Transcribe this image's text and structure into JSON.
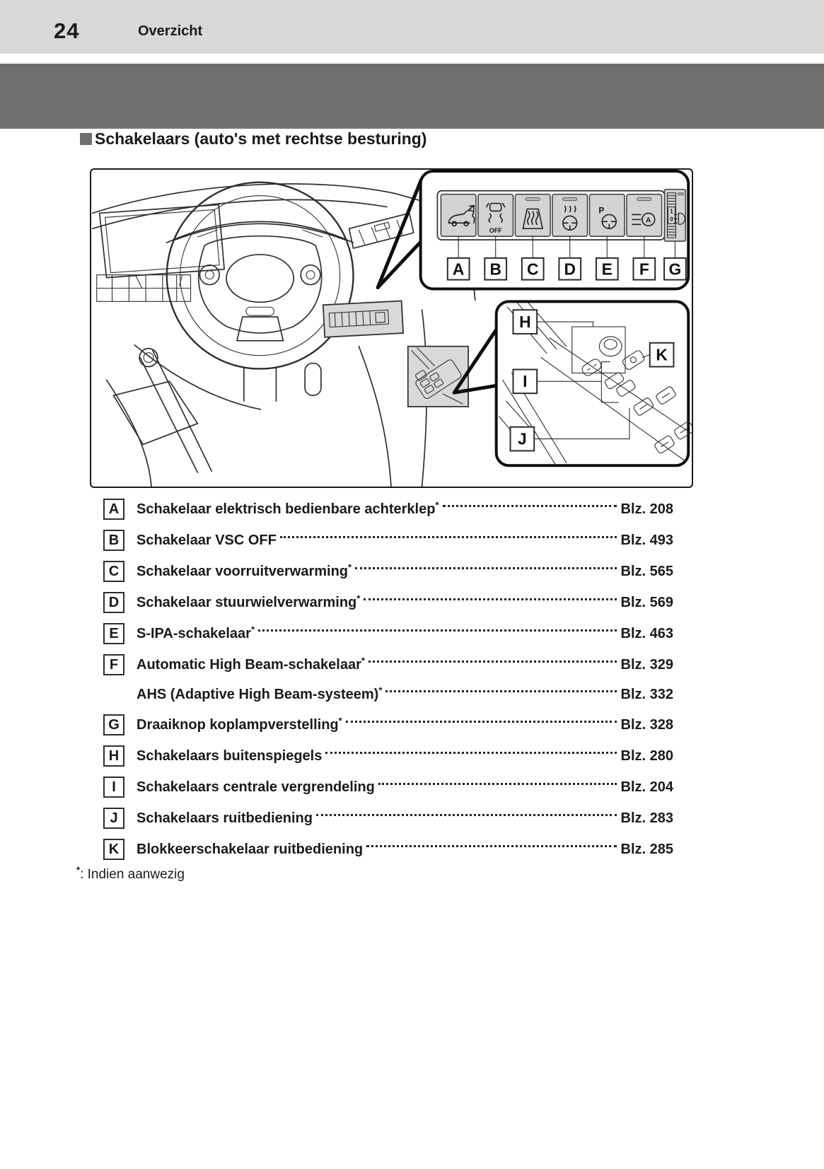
{
  "page": {
    "number": "24",
    "section": "Overzicht"
  },
  "heading": "Schakelaars (auto's met rechtse besturing)",
  "diagram": {
    "switch_panel": {
      "labels": [
        "A",
        "B",
        "C",
        "D",
        "E",
        "F",
        "G"
      ],
      "switches": [
        {
          "id": "A",
          "icon": "power-tailgate-icon"
        },
        {
          "id": "B",
          "icon": "vsc-off-icon",
          "text": "OFF"
        },
        {
          "id": "C",
          "icon": "windshield-defrost-icon"
        },
        {
          "id": "D",
          "icon": "steering-wheel-heat-icon"
        },
        {
          "id": "E",
          "icon": "parking-assist-icon",
          "text": "P"
        },
        {
          "id": "F",
          "icon": "auto-high-beam-icon",
          "text": "A"
        },
        {
          "id": "G",
          "icon": "headlight-leveling-dial-icon",
          "dial_marks": [
            "1",
            "0"
          ]
        }
      ]
    },
    "door_panel": {
      "labels": [
        "H",
        "I",
        "J",
        "K"
      ]
    }
  },
  "index": {
    "rows": [
      {
        "letter": "A",
        "label": "Schakelaar elektrisch bedienbare achterklep",
        "star": "*",
        "page": "Blz. 208"
      },
      {
        "letter": "B",
        "label": "Schakelaar VSC OFF",
        "star": "",
        "page": "Blz. 493"
      },
      {
        "letter": "C",
        "label": "Schakelaar voorruitverwarming",
        "star": "*",
        "page": "Blz. 565"
      },
      {
        "letter": "D",
        "label": "Schakelaar stuurwielverwarming",
        "star": "*",
        "page": "Blz. 569"
      },
      {
        "letter": "E",
        "label": "S-IPA-schakelaar",
        "star": "*",
        "page": "Blz. 463"
      },
      {
        "letter": "F",
        "label": "Automatic High Beam-schakelaar",
        "star": "*",
        "page": "Blz. 329"
      },
      {
        "letter": "",
        "label": "AHS (Adaptive High Beam-systeem)",
        "star": "*",
        "page": "Blz. 332"
      },
      {
        "letter": "G",
        "label": "Draaiknop koplampverstelling",
        "star": "*",
        "page": "Blz. 328"
      },
      {
        "letter": "H",
        "label": "Schakelaars buitenspiegels ",
        "star": "",
        "page": "Blz. 280"
      },
      {
        "letter": "I",
        "label": "Schakelaars centrale vergrendeling",
        "star": "",
        "page": "Blz. 204"
      },
      {
        "letter": "J",
        "label": "Schakelaars ruitbediening",
        "star": "",
        "page": "Blz. 283"
      },
      {
        "letter": "K",
        "label": "Blokkeerschakelaar ruitbediening",
        "star": "",
        "page": "Blz. 285"
      }
    ]
  },
  "footnote": {
    "marker": "*",
    "text": ": Indien aanwezig"
  },
  "colors": {
    "header_band": "#d8d8d8",
    "section_band": "#6f6f6f",
    "panel_fill": "#d3d3d3",
    "text": "#1a1a1a"
  }
}
